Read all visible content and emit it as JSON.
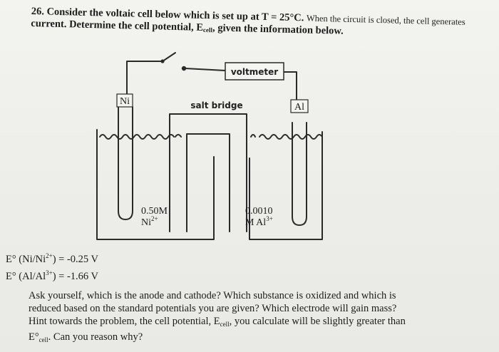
{
  "question": {
    "number": "26.",
    "lead": "Consider the voltaic cell below which is set up at T = 25°C.",
    "rest_line1": "When the circuit is closed, the cell generates",
    "line2_start": "current. Determine the cell potential, E",
    "ecell_sub": "cell",
    "line2_end": ", given the information below."
  },
  "diagram": {
    "voltmeter": "voltmeter",
    "salt_bridge": "salt bridge",
    "left_electrode": "Ni",
    "right_electrode": "Al",
    "left_solution_conc": "0.50M",
    "left_solution_ion": "Ni",
    "left_solution_charge": "2+",
    "right_solution_conc": "0.0010",
    "right_solution_ion": "M Al",
    "right_solution_charge": "3+"
  },
  "potentials": {
    "ni_label": "E° (Ni/Ni",
    "ni_charge": "2+",
    "ni_value": ") = -0.25 V",
    "al_label": "E° (Al/Al",
    "al_charge": "3+",
    "al_value": ") = -1.66 V"
  },
  "hint": {
    "line1": "Ask yourself, which is the anode and cathode? Which substance is oxidized and which is",
    "line2": "reduced based on the standard potentials you are given? Which electrode will gain mass?",
    "line3_start": "Hint towards the problem, the cell potential, E",
    "line3_sub": "cell",
    "line3_end": ", you calculate will be slightly greater than",
    "line4_start": "E°",
    "line4_sub": "cell",
    "line4_end": ". Can you reason why?"
  }
}
